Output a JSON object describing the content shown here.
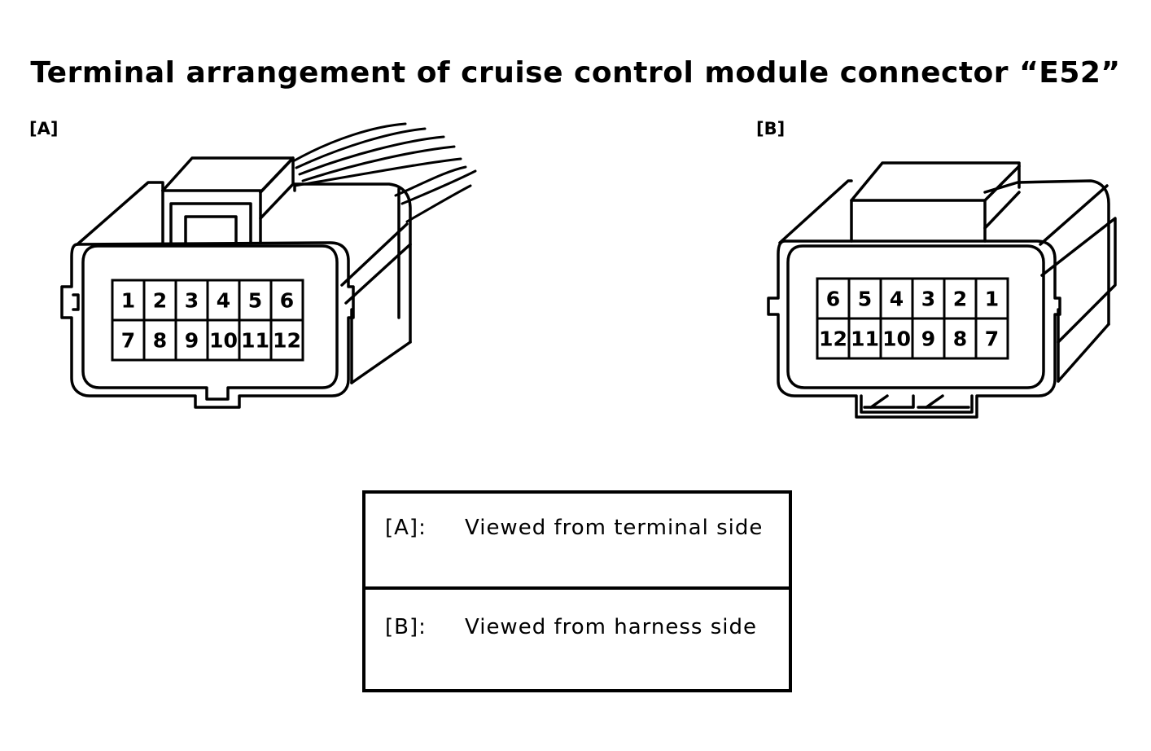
{
  "title": "Terminal arrangement of cruise control module connector “E52”",
  "views": {
    "a": {
      "label": "[A]",
      "top_row": [
        "1",
        "2",
        "3",
        "4",
        "5",
        "6"
      ],
      "bottom_row": [
        "7",
        "8",
        "9",
        "10",
        "11",
        "12"
      ]
    },
    "b": {
      "label": "[B]",
      "top_row": [
        "6",
        "5",
        "4",
        "3",
        "2",
        "1"
      ],
      "bottom_row": [
        "12",
        "11",
        "10",
        "9",
        "8",
        "7"
      ]
    }
  },
  "legend": [
    {
      "key": "[A]:",
      "text": "Viewed from terminal side"
    },
    {
      "key": "[B]:",
      "text": "Viewed from harness side"
    }
  ],
  "colors": {
    "line": "#000000",
    "background": "#ffffff"
  }
}
